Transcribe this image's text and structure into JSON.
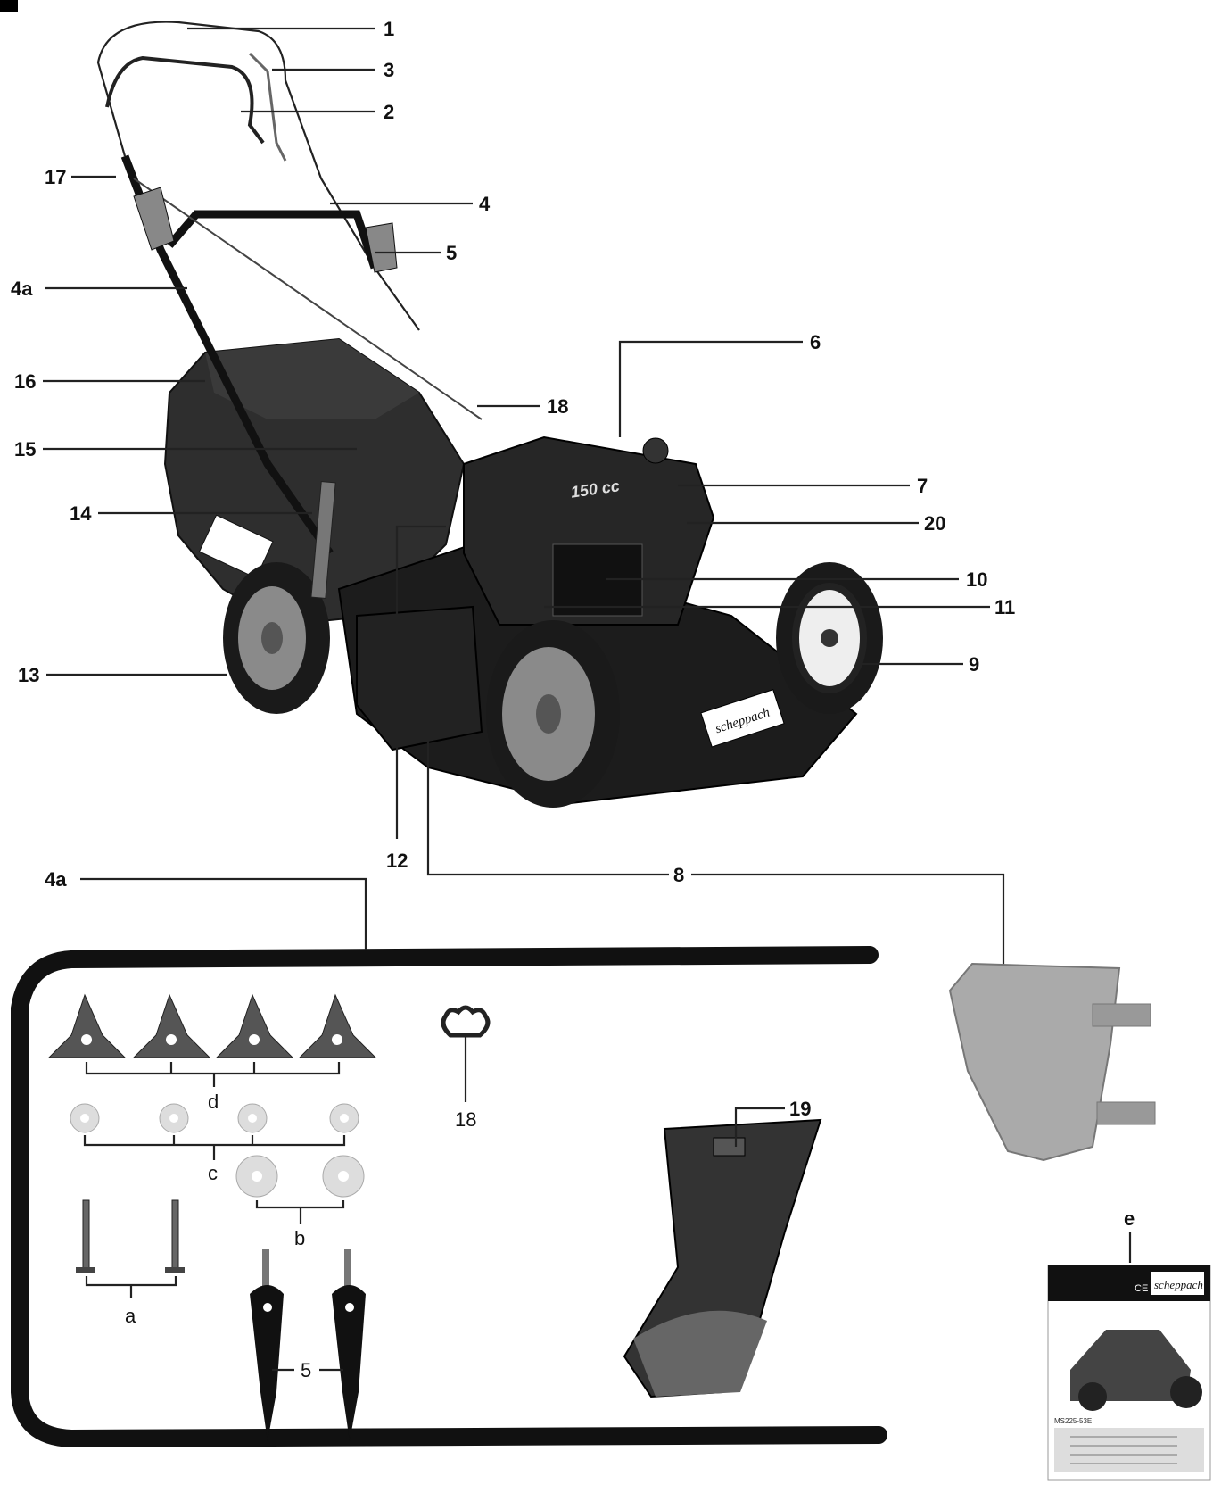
{
  "main_labels": {
    "l1": "1",
    "l2": "2",
    "l3": "3",
    "l4": "4",
    "l4a": "4a",
    "l5": "5",
    "l6": "6",
    "l7": "7",
    "l8": "8",
    "l9": "9",
    "l10": "10",
    "l11": "11",
    "l12": "12",
    "l13": "13",
    "l14": "14",
    "l15": "15",
    "l16": "16",
    "l17": "17",
    "l18": "18",
    "l20": "20"
  },
  "parts_labels": {
    "handle_4a": "4a",
    "clip_18": "18",
    "flap_19": "19",
    "manual_e": "e",
    "knobs_d": "d",
    "washers_c": "c",
    "washers_b": "b",
    "bolts_a": "a",
    "levers_5": "5"
  },
  "brand": "scheppach",
  "engine_text": "150 cc",
  "manual": {
    "model": "MS225-53E",
    "mark": "CE"
  }
}
